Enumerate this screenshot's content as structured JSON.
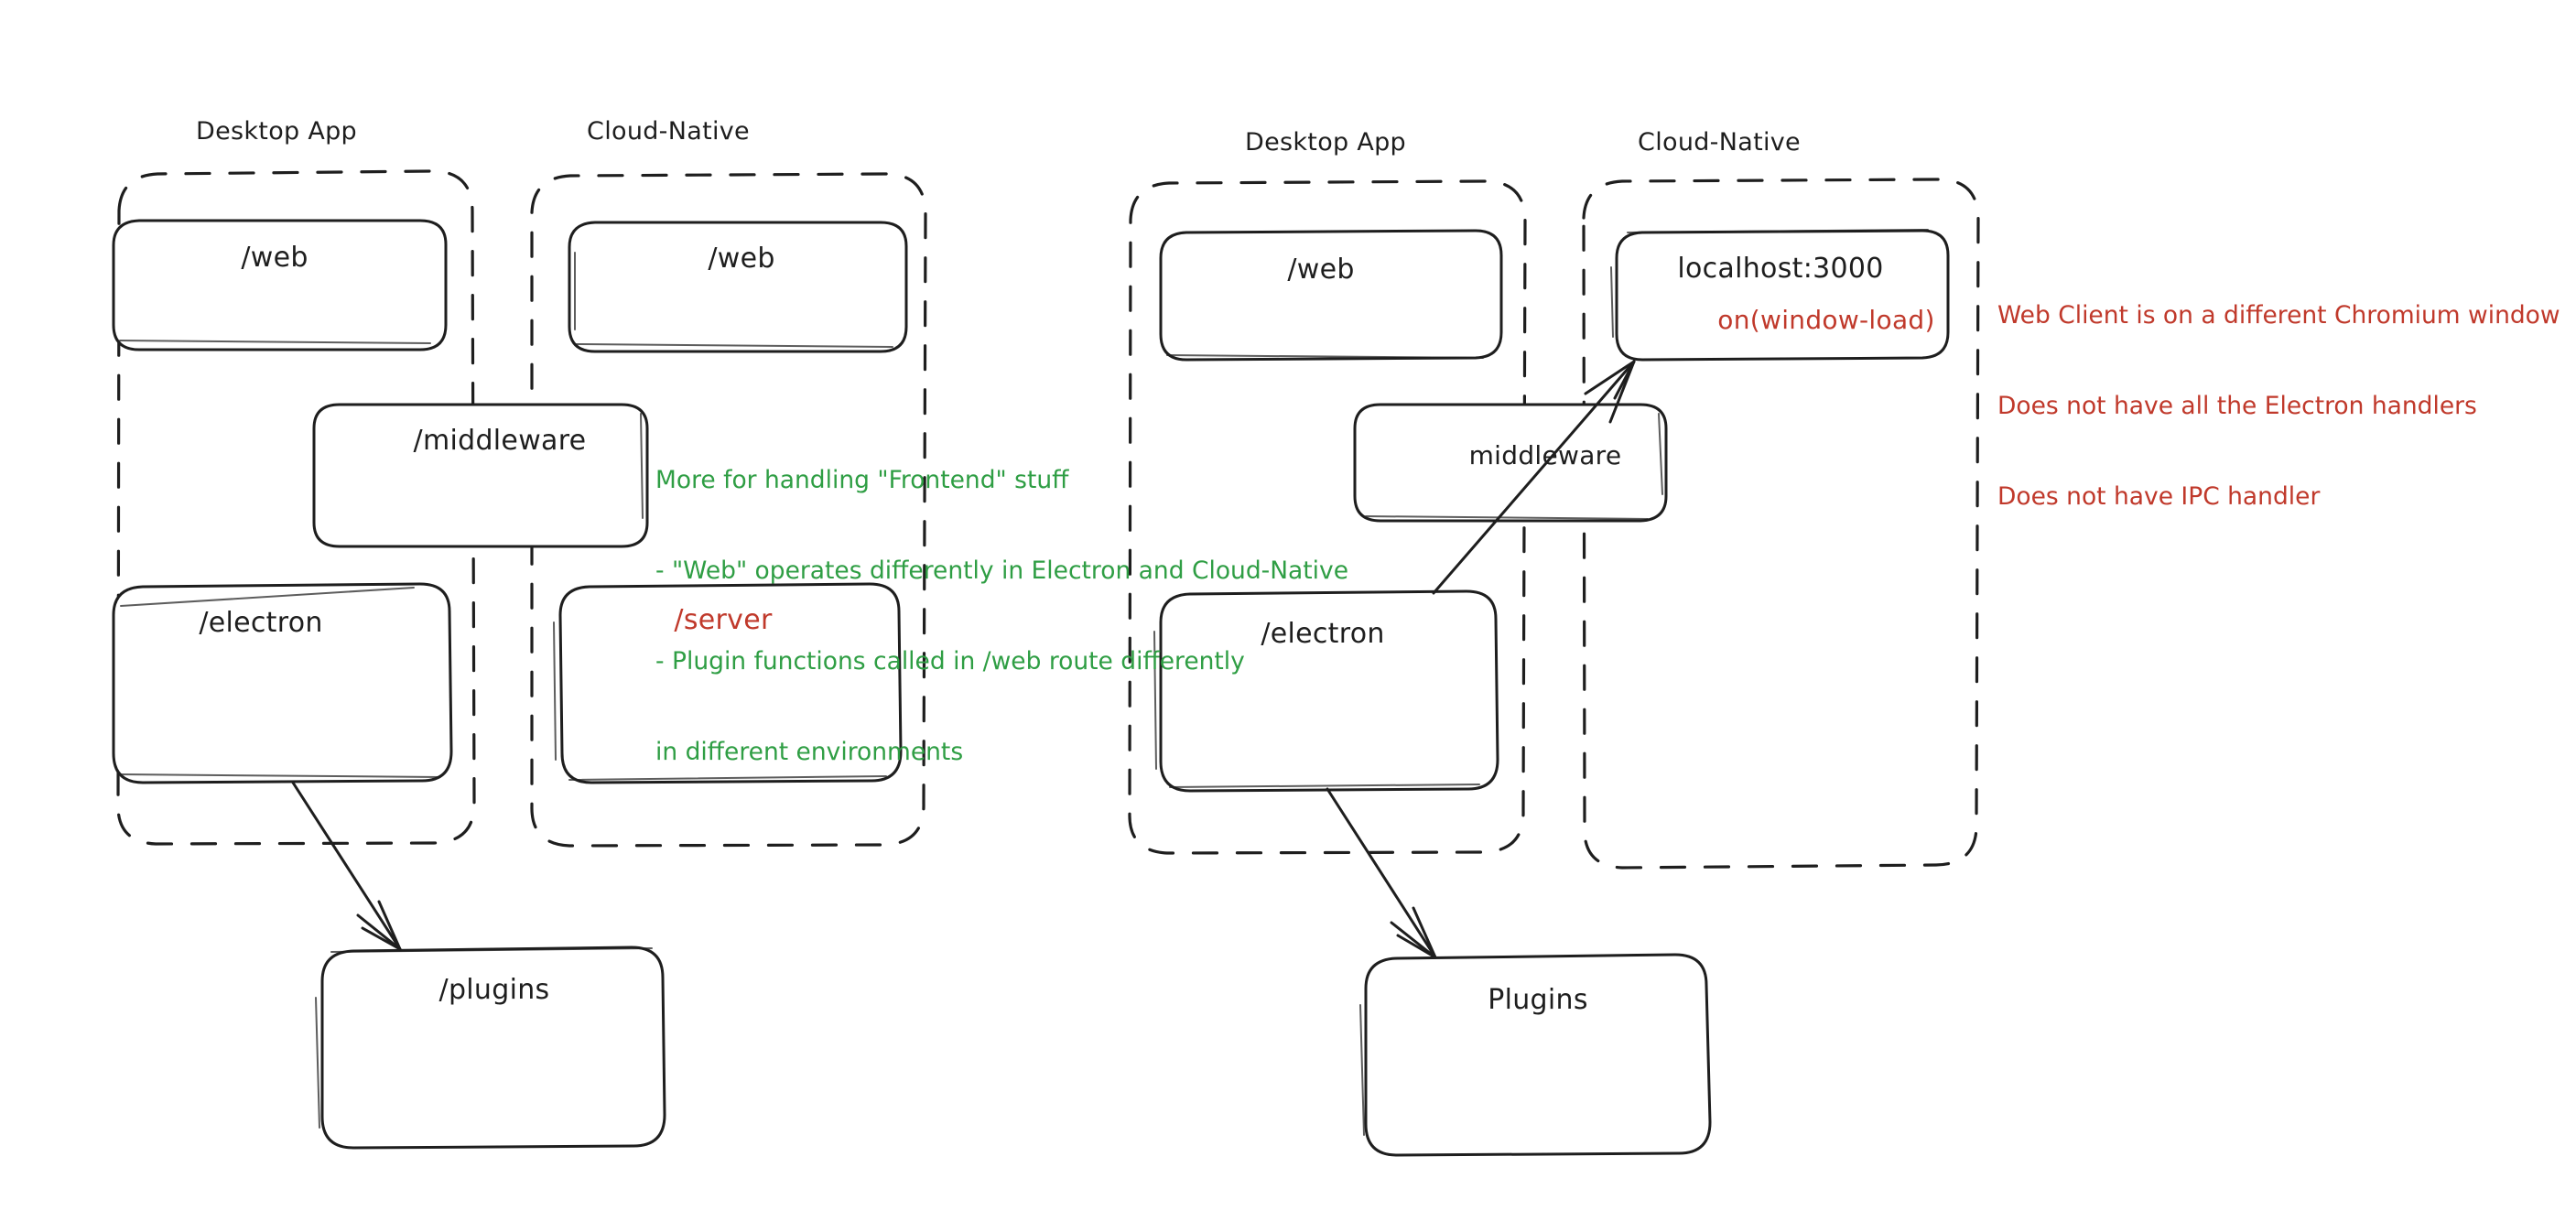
{
  "diagram": {
    "title": "Desktop App vs Cloud-Native architecture sketch",
    "style": "hand-drawn",
    "colors": {
      "stroke": "#1e1e1e",
      "background": "#ffffff",
      "green_annotation": "#2f9e44",
      "red_annotation": "#c0392b"
    }
  },
  "left_diagram": {
    "groups": [
      {
        "id": "left-desktop-app",
        "label": "Desktop App",
        "style": "dashed"
      },
      {
        "id": "left-cloud-native",
        "label": "Cloud-Native",
        "style": "dashed"
      }
    ],
    "boxes": [
      {
        "id": "left-desktop-web",
        "label": "/web",
        "color": "#1e1e1e"
      },
      {
        "id": "left-cloud-web",
        "label": "/web",
        "color": "#1e1e1e"
      },
      {
        "id": "left-middleware",
        "label": "/middleware",
        "color": "#1e1e1e"
      },
      {
        "id": "left-electron",
        "label": "/electron",
        "color": "#1e1e1e"
      },
      {
        "id": "left-server",
        "label": "/server",
        "color": "#c0392b"
      },
      {
        "id": "left-plugins",
        "label": "/plugins",
        "color": "#1e1e1e"
      }
    ],
    "arrows": [
      {
        "from": "left-electron",
        "to": "left-plugins"
      }
    ],
    "annotation": {
      "color": "#2f9e44",
      "lines": [
        "More for handling \"Frontend\" stuff",
        "- \"Web\" operates differently in Electron and Cloud-Native",
        "- Plugin functions called in /web route differently",
        "in different environments"
      ]
    }
  },
  "right_diagram": {
    "groups": [
      {
        "id": "right-desktop-app",
        "label": "Desktop App",
        "style": "dashed"
      },
      {
        "id": "right-cloud-native",
        "label": "Cloud-Native",
        "style": "dashed"
      }
    ],
    "boxes": [
      {
        "id": "right-desktop-web",
        "label": "/web",
        "color": "#1e1e1e"
      },
      {
        "id": "right-localhost",
        "label": "localhost:3000",
        "color": "#1e1e1e",
        "sublabel": "on(window-load)",
        "sublabel_color": "#c0392b"
      },
      {
        "id": "right-middleware",
        "label": "middleware",
        "color": "#1e1e1e"
      },
      {
        "id": "right-electron",
        "label": "/electron",
        "color": "#1e1e1e"
      },
      {
        "id": "right-plugins",
        "label": "Plugins",
        "color": "#1e1e1e"
      }
    ],
    "arrows": [
      {
        "from": "right-electron",
        "to": "right-localhost"
      },
      {
        "from": "right-electron",
        "to": "right-plugins"
      }
    ],
    "annotation": {
      "color": "#c0392b",
      "lines": [
        "Web Client is on a different Chromium window",
        "Does not have all the Electron handlers",
        "Does not have IPC handler"
      ]
    }
  }
}
